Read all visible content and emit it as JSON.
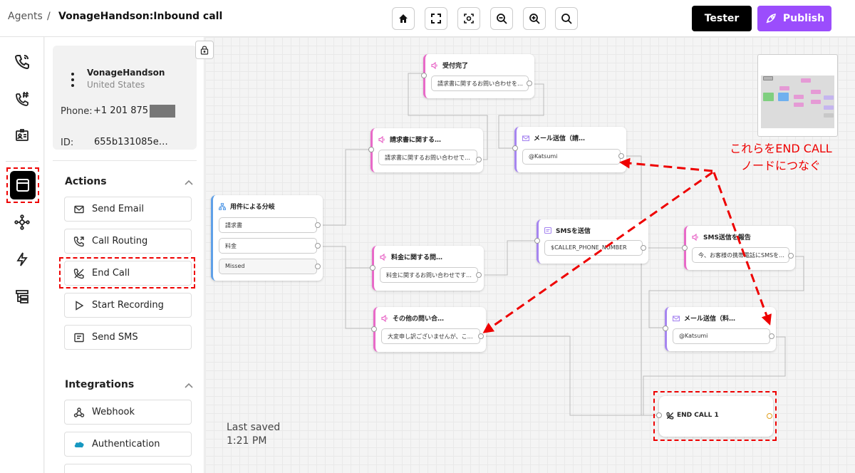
{
  "header": {
    "breadcrumb_root": "Agents",
    "breadcrumb_sep": "/",
    "breadcrumb_title": "VonageHandson:Inbound call",
    "tester_label": "Tester",
    "publish_label": "Publish"
  },
  "panel": {
    "card": {
      "name": "VonageHandson",
      "country": "United States",
      "phone_label": "Phone:",
      "phone_value": "+1 201 875",
      "id_label": "ID:",
      "id_value": "655b131085e…"
    },
    "actions_title": "Actions",
    "actions": [
      {
        "label": "Send Email",
        "icon": "mail-icon"
      },
      {
        "label": "Call Routing",
        "icon": "call-routing-icon"
      },
      {
        "label": "End Call",
        "icon": "end-call-icon"
      },
      {
        "label": "Start Recording",
        "icon": "play-icon"
      },
      {
        "label": "Send SMS",
        "icon": "sms-icon"
      }
    ],
    "integrations_title": "Integrations",
    "integrations": [
      {
        "label": "Webhook",
        "icon": "webhook-icon"
      },
      {
        "label": "Authentication",
        "icon": "salesforce-icon"
      }
    ]
  },
  "nodes": {
    "classify": {
      "title": "用件による分岐",
      "opt1": "請求書",
      "opt2": "料金",
      "opt3": "Missed"
    },
    "accepted": {
      "title": "受付完了",
      "field": "請求書に関するお問い合わせを…"
    },
    "invoice": {
      "title": "請求書に関する…",
      "field": "請求書に関するお問い合わせで…"
    },
    "mail_invoice": {
      "title": "メール送信（請…",
      "field": "@Katsumi"
    },
    "fee": {
      "title": "料金に関する問…",
      "field": "料金に関するお問い合わせです…"
    },
    "sms": {
      "title": "SMSを送信",
      "field": "$CALLER_PHONE_NUMBER"
    },
    "sms_report": {
      "title": "SMS送信を報告",
      "field": "今、お客様の携帯電話にSMSを…"
    },
    "other": {
      "title": "その他の問い合…",
      "field": "大変申し訳ございませんが、こ…"
    },
    "mail_fee": {
      "title": "メール送信（料…",
      "field": "@Katsumi"
    },
    "endcall": {
      "title": "END CALL 1"
    }
  },
  "annotation": {
    "line1": "これらをEND CALL",
    "line2": "ノードにつなぐ"
  },
  "status": {
    "saved_label": "Last saved",
    "saved_time": "1:21 PM"
  },
  "colors": {
    "publish": "#9b4dfc",
    "annotation": "#e00000",
    "node_pink": "#e86ac8",
    "node_purple": "#a685f0"
  }
}
